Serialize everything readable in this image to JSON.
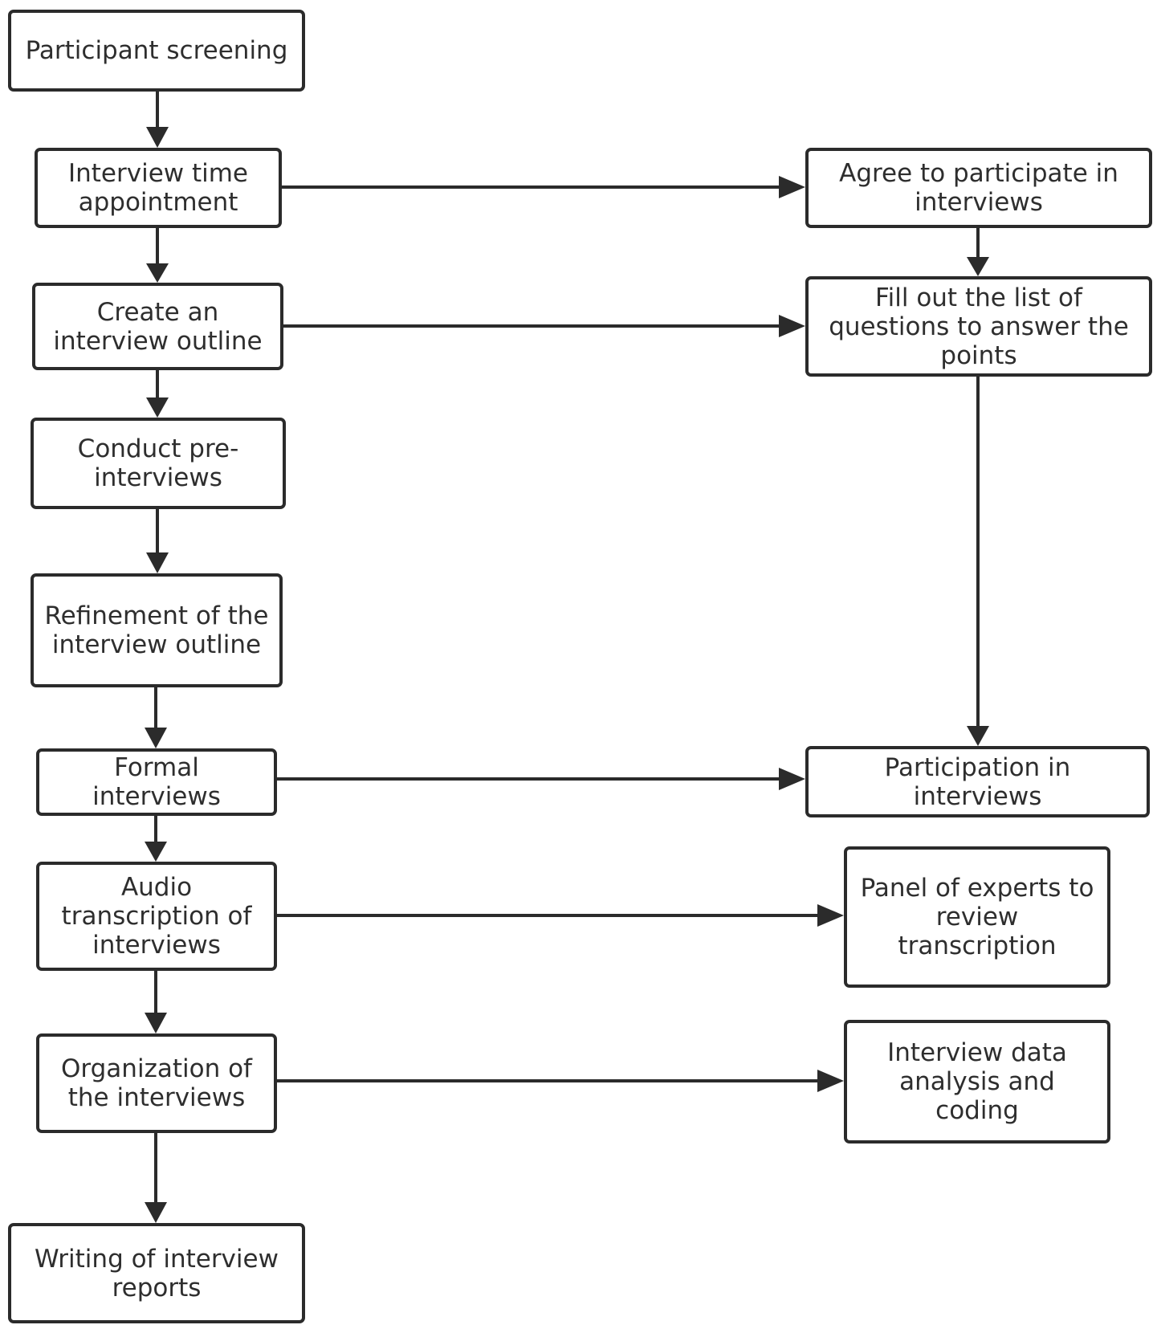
{
  "diagram": {
    "nodes": {
      "screening": "Participant screening",
      "appointment": "Interview time appointment",
      "outline": "Create an interview outline",
      "pre_interviews": "Conduct pre-interviews",
      "refinement": "Refinement of the interview outline",
      "formal": "Formal interviews",
      "audio": "Audio transcription of interviews",
      "organization": "Organization of the interviews",
      "report": "Writing of interview reports",
      "agree": "Agree to participate in interviews",
      "fill_out": "Fill out the list of questions to answer the points",
      "participation": "Participation in interviews",
      "panel": "Panel of experts to review transcription",
      "analysis": "Interview data analysis and coding"
    },
    "edges": [
      [
        "screening",
        "appointment"
      ],
      [
        "appointment",
        "outline"
      ],
      [
        "outline",
        "pre_interviews"
      ],
      [
        "pre_interviews",
        "refinement"
      ],
      [
        "refinement",
        "formal"
      ],
      [
        "formal",
        "audio"
      ],
      [
        "audio",
        "organization"
      ],
      [
        "organization",
        "report"
      ],
      [
        "appointment",
        "agree"
      ],
      [
        "agree",
        "fill_out"
      ],
      [
        "outline",
        "fill_out"
      ],
      [
        "fill_out",
        "participation"
      ],
      [
        "formal",
        "participation"
      ],
      [
        "audio",
        "panel"
      ],
      [
        "organization",
        "analysis"
      ]
    ],
    "colors": {
      "stroke": "#2b2b2b",
      "text": "#2e2e2e",
      "background": "#ffffff"
    }
  }
}
